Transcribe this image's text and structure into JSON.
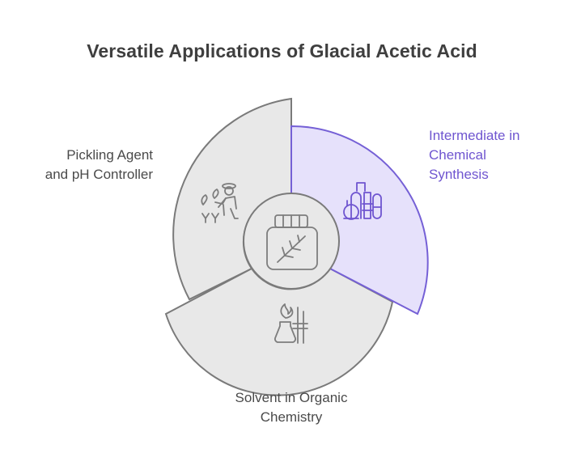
{
  "title": "Versatile Applications of Glacial Acetic Acid",
  "segments": [
    {
      "id": "pickling",
      "label_lines": [
        "Pickling Agent",
        "and pH Controller"
      ],
      "icon": "farmer-crops-icon",
      "highlighted": false
    },
    {
      "id": "intermediate",
      "label_lines": [
        "Intermediate in",
        "Chemical",
        "Synthesis"
      ],
      "icon": "chemical-plant-icon",
      "highlighted": true
    },
    {
      "id": "solvent",
      "label_lines": [
        "Solvent in Organic",
        "Chemistry"
      ],
      "icon": "lab-burner-flask-icon",
      "highlighted": false
    }
  ],
  "center_icon": "acid-jar-icon",
  "colors": {
    "title": "#3f3f3f",
    "segment_fill": "#e8e8e8",
    "segment_stroke": "#7a7a7a",
    "highlight_fill": "#e6e1fb",
    "highlight_stroke": "#7560d6",
    "highlight_text": "#6f55d0",
    "label_text": "#4a4a4a",
    "icon_stroke": "#7d7d7d",
    "highlight_icon_stroke": "#6f55d0"
  }
}
